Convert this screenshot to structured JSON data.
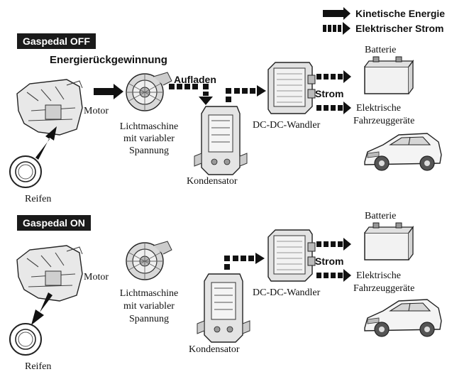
{
  "legend": {
    "kinetic": "Kinetische Energie",
    "electric": "Elektrischer Strom"
  },
  "top": {
    "tag": "Gaspedal OFF",
    "subtitle": "Energierückgewinnung",
    "charge": "Aufladen",
    "current": "Strom",
    "motor": "Motor",
    "alt1": "Lichtmaschine",
    "alt2": "mit variabler",
    "alt3": "Spannung",
    "capacitor": "Kondensator",
    "dcdc": "DC-DC-Wandler",
    "battery": "Batterie",
    "loads1": "Elektrische",
    "loads2": "Fahrzeuggeräte",
    "tire": "Reifen"
  },
  "bottom": {
    "tag": "Gaspedal ON",
    "current": "Strom",
    "motor": "Motor",
    "alt1": "Lichtmaschine",
    "alt2": "mit variabler",
    "alt3": "Spannung",
    "capacitor": "Kondensator",
    "dcdc": "DC-DC-Wandler",
    "battery": "Batterie",
    "loads1": "Elektrische",
    "loads2": "Fahrzeuggeräte",
    "tire": "Reifen"
  }
}
